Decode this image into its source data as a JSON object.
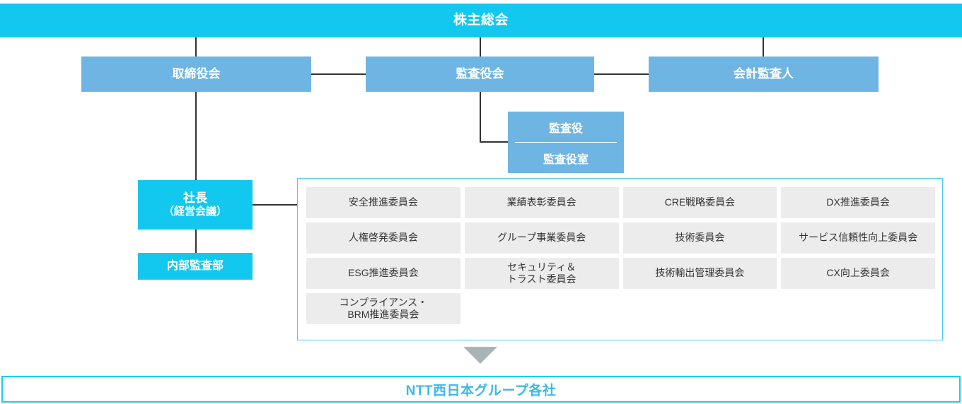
{
  "colors": {
    "primary_cyan": "#12c8ef",
    "secondary_blue": "#6fb5e3",
    "panel_border": "#46ccf5",
    "committee_bg": "#ececec",
    "arrow_gray": "#a8b4b8",
    "bottom_text": "#3bb9e8",
    "connector": "#333333"
  },
  "top": {
    "label": "株主総会"
  },
  "row2": {
    "board_of_directors": "取締役会",
    "board_of_auditors": "監査役会",
    "accounting_auditor": "会計監査人"
  },
  "auditor_stack": {
    "auditor": "監査役",
    "auditor_office": "監査役室"
  },
  "president": {
    "line1": "社長",
    "line2": "（経営会議）"
  },
  "internal_audit": {
    "label": "内部監査部"
  },
  "committees": [
    "安全推進委員会",
    "業績表彰委員会",
    "CRE戦略委員会",
    "DX推進委員会",
    "人権啓発委員会",
    "グループ事業委員会",
    "技術委員会",
    "サービス信頼性向上委員会",
    "ESG推進委員会",
    "セキュリティ＆\nトラスト委員会",
    "技術輸出管理委員会",
    "CX向上委員会",
    "コンプライアンス・\nBRM推進委員会",
    "",
    "",
    ""
  ],
  "bottom": {
    "label": "NTT西日本グループ各社"
  }
}
